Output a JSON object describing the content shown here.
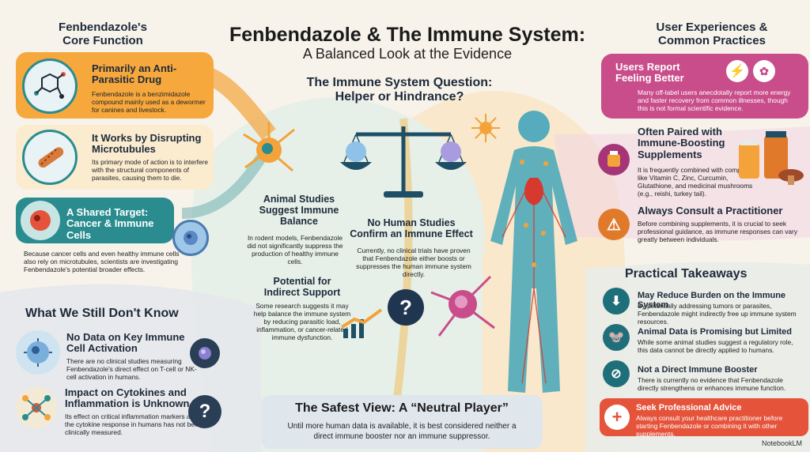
{
  "header": {
    "title": "Fenbendazole & The Immune System:",
    "subtitle": "A Balanced Look at the Evidence"
  },
  "left_top": {
    "heading_line1": "Fenbendazole's",
    "heading_line2": "Core Function",
    "cards": [
      {
        "title": "Primarily an Anti-Parasitic Drug",
        "text": "Fenbendazole is a benzimidazole compound mainly used as a dewormer for canines and livestock."
      },
      {
        "title": "It Works by Disrupting Microtubules",
        "text": "Its primary mode of action is to interfere with the structural components of parasites, causing them to die."
      },
      {
        "title": "A Shared Target: Cancer & Immune Cells",
        "text": "Because cancer cells and even healthy immune cells also rely on microtubules, scientists are investigating Fenbendazole's potential broader effects."
      }
    ]
  },
  "left_bottom": {
    "heading": "What We Still Don't Know",
    "items": [
      {
        "title": "No Data on Key Immune Cell Activation",
        "text": "There are no clinical studies measuring Fenbendazole's direct effect on T-cell or NK-cell activation in humans."
      },
      {
        "title": "Impact on Cytokines and Inflammation is Unknown",
        "text": "Its effect on critical inflammation markers and the cytokine response in humans has not been clinically measured."
      }
    ]
  },
  "center": {
    "question_line1": "The Immune System Question:",
    "question_line2": "Helper or Hindrance?",
    "animal": {
      "title": "Animal Studies Suggest Immune Balance",
      "text": "In rodent models, Fenbendazole did not significantly suppress the production of healthy immune cells."
    },
    "human": {
      "title": "No Human Studies Confirm an Immune Effect",
      "text": "Currently, no clinical trials have proven that Fenbendazole either boosts or suppresses the human immune system directly."
    },
    "indirect": {
      "title": "Potential for Indirect Support",
      "text": "Some research suggests it may help balance the immune system by reducing parasitic load, inflammation, or cancer-related immune dysfunction."
    },
    "question_mark": "?",
    "safest_title": "The Safest View: A “Neutral Player”",
    "safest_text": "Until more human data is available, it is best considered neither a direct immune booster nor an immune suppressor."
  },
  "right_top": {
    "heading_line1": "User Experiences &",
    "heading_line2": "Common Practices",
    "cards": [
      {
        "title": "Users Report Feeling Better",
        "text": "Many off-label users anecdotally report more energy and faster recovery from common illnesses, though this is not formal scientific evidence."
      },
      {
        "title": "Often Paired with Immune-Boosting Supplements",
        "text": "It is frequently combined with compounds like Vitamin C, Zinc, Curcumin, Glutathione, and medicinal mushrooms (e.g., reishi, turkey tail)."
      },
      {
        "title": "Always Consult a Practitioner",
        "text": "Before combining supplements, it is crucial to seek professional guidance, as immune responses can vary greatly between individuals."
      }
    ]
  },
  "right_bottom": {
    "heading": "Practical Takeaways",
    "items": [
      {
        "title": "May Reduce Burden on the Immune System",
        "text": "By potentially addressing tumors or parasites, Fenbendazole might indirectly free up immune system resources."
      },
      {
        "title": "Animal Data is Promising but Limited",
        "text": "While some animal studies suggest a regulatory role, this data cannot be directly applied to humans."
      },
      {
        "title": "Not a Direct Immune Booster",
        "text": "There is currently no evidence that Fenbendazole directly strengthens or enhances immune function."
      },
      {
        "title": "Seek Professional Advice",
        "text": "Always consult your healthcare practitioner before starting Fenbendazole or combining it with other supplements."
      }
    ]
  },
  "footer": {
    "brand": "NotebookLM"
  },
  "colors": {
    "orange": "#f4a23a",
    "teal": "#2a8c8f",
    "pink": "#c84d8a",
    "navy": "#1d2a3a",
    "red": "#e5533b"
  }
}
